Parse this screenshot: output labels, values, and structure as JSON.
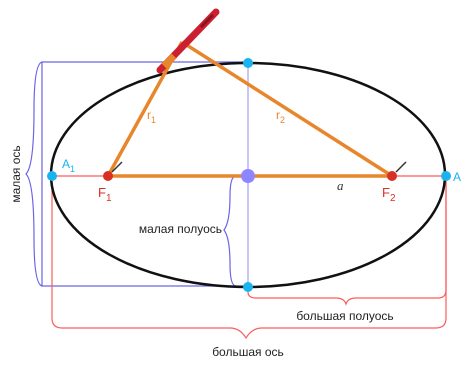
{
  "labels": {
    "minor_axis": "малая ось",
    "semi_minor_axis": "малая полуось",
    "semi_major_axis": "большая полуось",
    "major_axis": "большая ось",
    "vertex_left": "A",
    "vertex_left_sub": "1",
    "vertex_right": "A",
    "focus_1": "F",
    "focus_1_sub": "1",
    "focus_2": "F",
    "focus_2_sub": "2",
    "r1": "r",
    "r1_sub": "1",
    "r2": "r",
    "r2_sub": "2",
    "a": "a"
  },
  "colors": {
    "ellipse": "#111111",
    "major_axis_line": "#e8862c",
    "radius_lines": "#e8862c",
    "minor_axis_line": "#b9b4f2",
    "minor_bracket": "#6a63e6",
    "major_bracket": "#ff6b6b",
    "focus_point": "#d93025",
    "center_point": "#8f86ff",
    "vertex_point": "#19b4f0",
    "pencil": "#cc2030"
  }
}
